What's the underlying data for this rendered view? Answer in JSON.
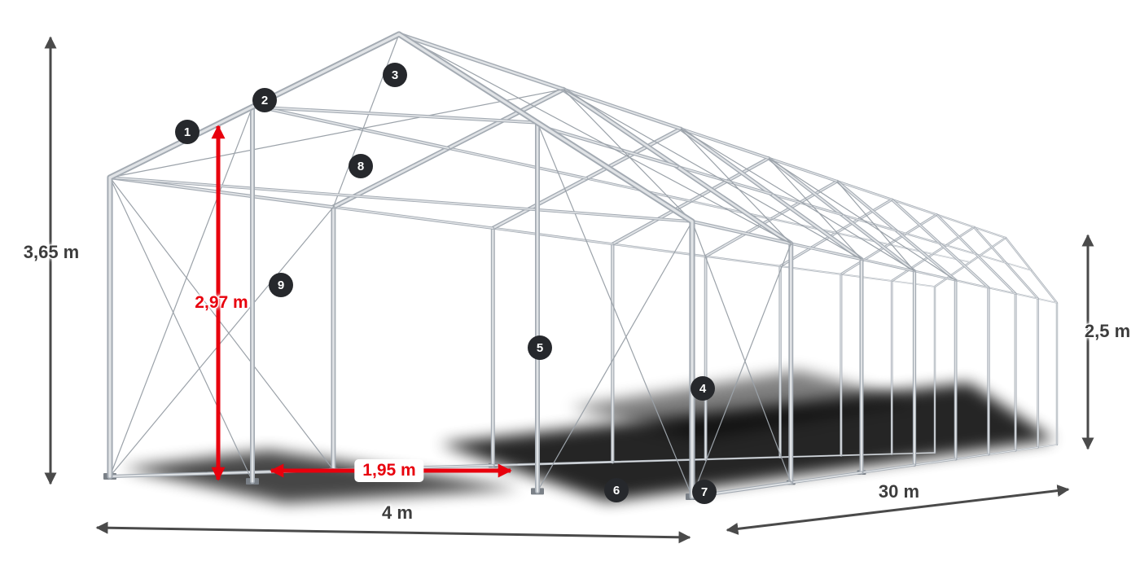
{
  "diagram": {
    "kind": "tent-frame-wireframe",
    "description": "Steel frame construction of a storage tent with dimension arrows and numbered part hotspots"
  },
  "dimensions": {
    "total_height": "3,65 m",
    "entrance_height": "2,97 m",
    "entrance_width": "1,95 m",
    "width": "4 m",
    "length": "30 m",
    "side_height": "2,5 m"
  },
  "markers": [
    {
      "label": "1"
    },
    {
      "label": "2"
    },
    {
      "label": "3"
    },
    {
      "label": "4"
    },
    {
      "label": "5"
    },
    {
      "label": "6"
    },
    {
      "label": "7"
    },
    {
      "label": "8"
    },
    {
      "label": "9"
    }
  ],
  "colors": {
    "arrow_red": "#e8000d",
    "arrow_dark": "#4a4a4a",
    "dim_text": "#3d3d3d",
    "badge_bg": "#26282c",
    "frame_gray": "#a4abb3",
    "frame_highlight": "#e0e3e6"
  }
}
